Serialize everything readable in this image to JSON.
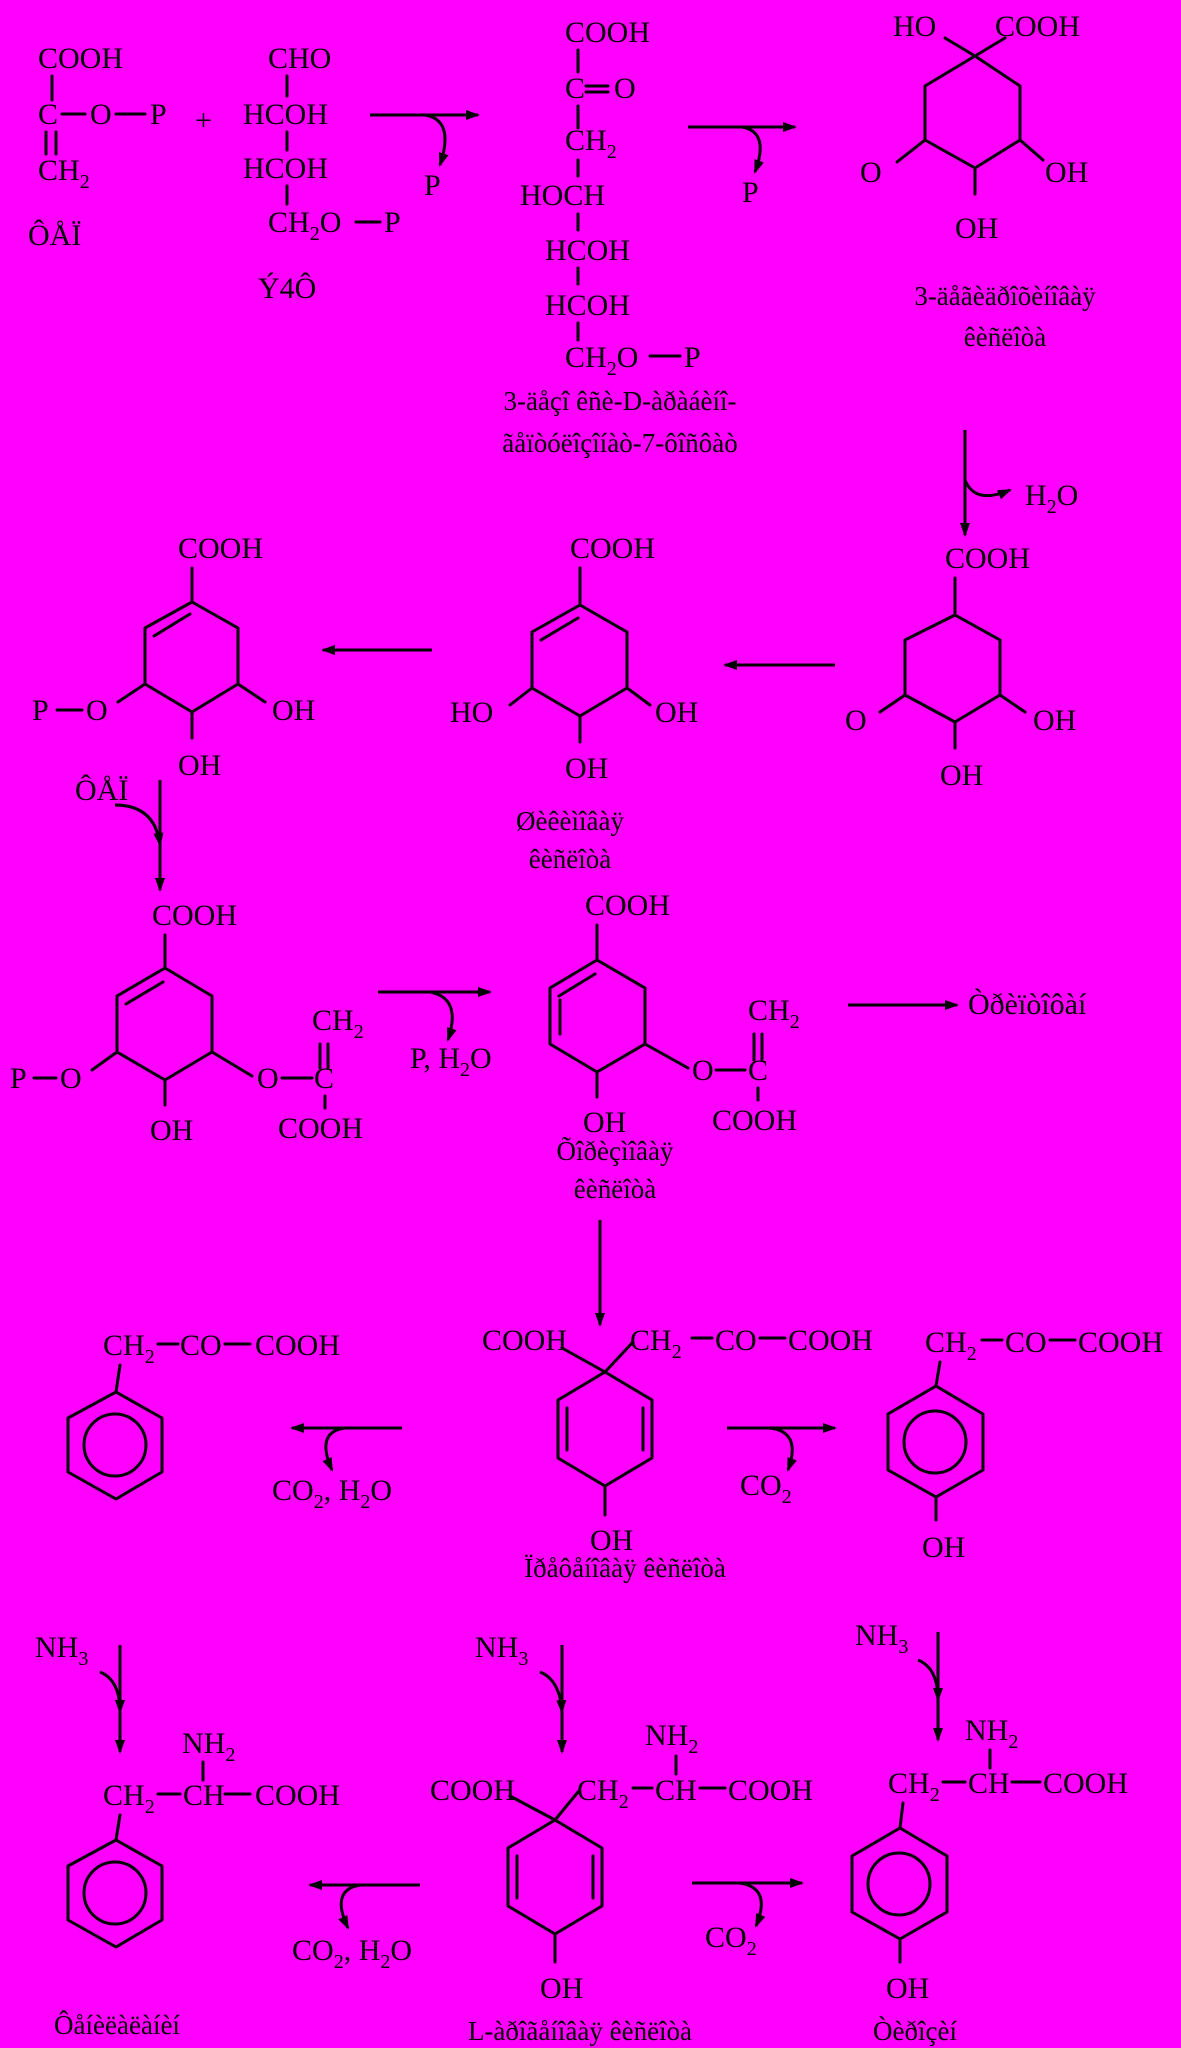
{
  "background": "#ff00ff",
  "ink": "#000000",
  "icons": [
    "benzene-ring",
    "cyclohexene-ring",
    "reaction-arrow",
    "curved-side-arrow"
  ],
  "labels": {
    "pep": "ÔÅÏ",
    "e4p": "Ý4Ô",
    "dahp": [
      "3-äåçî êñè-D-àðàáèíî-",
      "ãåïòóëîçîíàò-7-ôîñôàò"
    ],
    "dhq": [
      "3-äåãèäðîõèíîâàÿ",
      "êèñëîòà"
    ],
    "shikimate": [
      "Øèêèìîâàÿ",
      "êèñëîòà"
    ],
    "chorismate": [
      "Õîðèçìîâàÿ",
      "êèñëîòà"
    ],
    "tryptophan_path": "Òðèïòîôàí",
    "prephenate": "Ïðåôåíîâàÿ êèñëîòà",
    "phe": "Ôåíèëàëàíèí",
    "arogenate": "L-àðîãåíîâàÿ êèñëîòà",
    "tyr": "Òèðîçèí"
  },
  "reagents": {
    "p": "P",
    "p_h2o": "P, H",
    "h2o_sub_2": "2",
    "h2o_tail": "O",
    "pep_short": "ÔÅÏ",
    "co2": "CO",
    "co2_h2o_tail": ", H",
    "nh3": "NH",
    "nh3_sub": "3"
  },
  "groups": {
    "cooh": "COOH",
    "cho": "CHO",
    "hcoh": "HCOH",
    "hoch": "HOCH",
    "c": "C",
    "o": "O",
    "p": "P",
    "ch": "CH",
    "ch2": "CH",
    "sub2": "2",
    "oh": "OH",
    "ho": "HO",
    "co": "CO",
    "nh2": "NH",
    "eq_o": "= O"
  }
}
